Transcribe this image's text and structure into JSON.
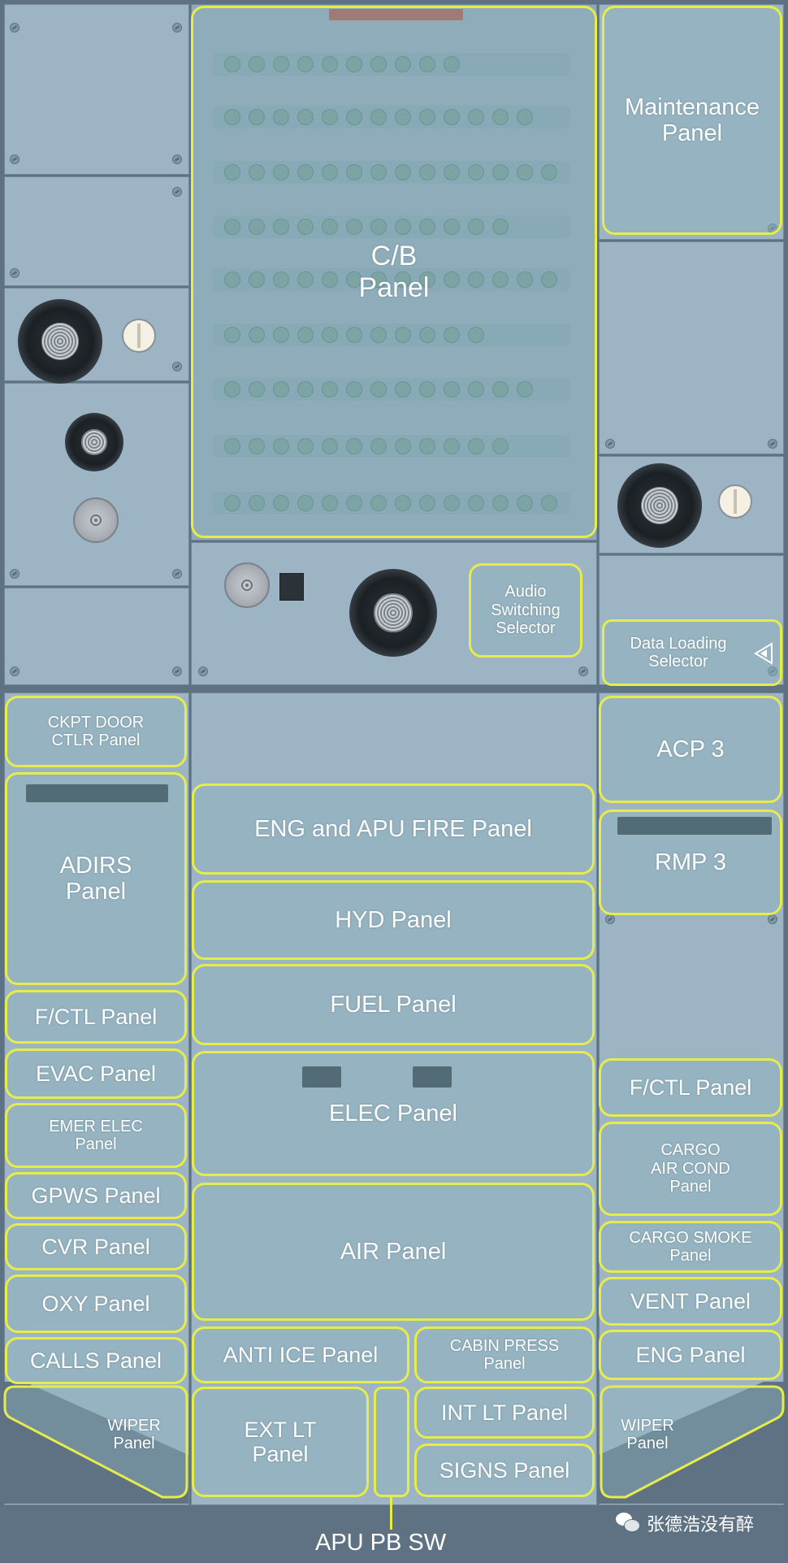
{
  "panels": {
    "cb": {
      "label": "C/B\nPanel"
    },
    "maintenance": {
      "label": "Maintenance\nPanel"
    },
    "audio_switching": {
      "label": "Audio\nSwitching\nSelector"
    },
    "data_loading": {
      "label": "Data Loading\nSelector"
    },
    "ckpt_door": {
      "label": "CKPT DOOR\nCTLR Panel"
    },
    "acp3": {
      "label": "ACP 3"
    },
    "eng_apu_fire": {
      "label": "ENG and APU FIRE Panel"
    },
    "rmp3": {
      "label": "RMP 3"
    },
    "adirs": {
      "label": "ADIRS\nPanel"
    },
    "hyd": {
      "label": "HYD Panel"
    },
    "fctl_left": {
      "label": "F/CTL Panel"
    },
    "fuel": {
      "label": "FUEL Panel"
    },
    "evac": {
      "label": "EVAC Panel"
    },
    "fctl_right": {
      "label": "F/CTL Panel"
    },
    "emer_elec": {
      "label": "EMER ELEC\nPanel"
    },
    "elec": {
      "label": "ELEC Panel"
    },
    "cargo_air_cond": {
      "label": "CARGO\nAIR COND\nPanel"
    },
    "gpws": {
      "label": "GPWS Panel"
    },
    "cvr": {
      "label": "CVR Panel"
    },
    "air": {
      "label": "AIR Panel"
    },
    "cargo_smoke": {
      "label": "CARGO SMOKE\nPanel"
    },
    "oxy": {
      "label": "OXY Panel"
    },
    "vent": {
      "label": "VENT Panel"
    },
    "calls": {
      "label": "CALLS Panel"
    },
    "anti_ice": {
      "label": "ANTI ICE Panel"
    },
    "cabin_press": {
      "label": "CABIN PRESS\nPanel"
    },
    "eng": {
      "label": "ENG Panel"
    },
    "wiper_left": {
      "label": "WIPER\nPanel"
    },
    "ext_lt": {
      "label": "EXT LT\nPanel"
    },
    "int_lt": {
      "label": "INT LT Panel"
    },
    "wiper_right": {
      "label": "WIPER\nPanel"
    },
    "signs": {
      "label": "SIGNS Panel"
    }
  },
  "callout": {
    "apu_pb_sw": "APU PB SW"
  },
  "watermark": {
    "text": "张德浩没有醉",
    "icon": "wechat-icon"
  },
  "colors": {
    "highlight": "#e6ec4a",
    "label_text": "#ffffff",
    "panel_plate": "#9db4c4",
    "background": "#5e7283"
  }
}
